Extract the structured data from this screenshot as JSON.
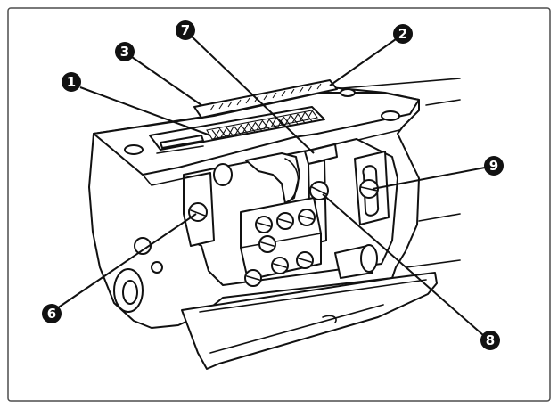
{
  "figure": {
    "callouts": [
      {
        "id": "c1",
        "label": "1",
        "part": "needle-plate-slot"
      },
      {
        "id": "c2",
        "label": "2",
        "part": "needle-plate-front-edge"
      },
      {
        "id": "c3",
        "label": "3",
        "part": "needle-plate-rear"
      },
      {
        "id": "c6",
        "label": "6",
        "part": "left-screw"
      },
      {
        "id": "c7",
        "label": "7",
        "part": "feed-dog-holder"
      },
      {
        "id": "c8",
        "label": "8",
        "part": "center-screw"
      },
      {
        "id": "c9",
        "label": "9",
        "part": "right-adjust-screw"
      }
    ]
  }
}
